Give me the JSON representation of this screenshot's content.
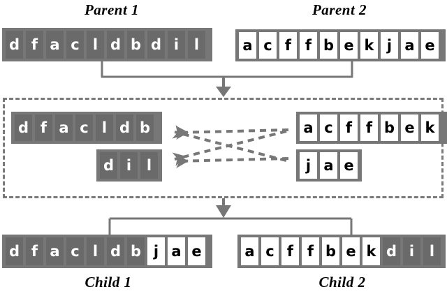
{
  "diagram": {
    "title_parent1": "Parent 1",
    "title_parent2": "Parent 2",
    "title_child1": "Child 1",
    "title_child2": "Child 2",
    "colors": {
      "strip_frame": "#777777",
      "gray_cell_bg": "#6a6a6a",
      "gray_cell_fg": "#ffffff",
      "white_cell_bg": "#ffffff",
      "white_cell_fg": "#000000",
      "connector": "#777777",
      "dashed_border": "#7a7a7a",
      "page_bg": "#ffffff"
    },
    "parent1": {
      "label": "Parent 1",
      "style": "gray",
      "genes": [
        "d",
        "f",
        "a",
        "c",
        "l",
        "d",
        "b",
        "d",
        "i",
        "l"
      ]
    },
    "parent2": {
      "label": "Parent 2",
      "style": "white",
      "genes": [
        "a",
        "c",
        "f",
        "f",
        "b",
        "e",
        "k",
        "j",
        "a",
        "e"
      ]
    },
    "fragments": {
      "p1_head": {
        "style": "gray",
        "genes": [
          "d",
          "f",
          "a",
          "c",
          "l",
          "d",
          "b"
        ]
      },
      "p1_tail": {
        "style": "gray",
        "genes": [
          "d",
          "i",
          "l"
        ]
      },
      "p2_head": {
        "style": "white",
        "genes": [
          "a",
          "c",
          "f",
          "f",
          "b",
          "e",
          "k"
        ]
      },
      "p2_tail": {
        "style": "white",
        "genes": [
          "j",
          "a",
          "e"
        ]
      }
    },
    "child1": {
      "label": "Child 1",
      "segments": [
        {
          "style": "gray",
          "genes": [
            "d",
            "f",
            "a",
            "c",
            "l",
            "d",
            "b"
          ]
        },
        {
          "style": "white",
          "genes": [
            "j",
            "a",
            "e"
          ]
        }
      ]
    },
    "child2": {
      "label": "Child 2",
      "segments": [
        {
          "style": "white",
          "genes": [
            "a",
            "c",
            "f",
            "f",
            "b",
            "e",
            "k"
          ]
        },
        {
          "style": "gray",
          "genes": [
            "d",
            "i",
            "l"
          ]
        }
      ]
    },
    "connectors": {
      "swap_arrows": [
        {
          "from": "p2_head",
          "to": "p1_head",
          "style": "dashed"
        },
        {
          "from": "p2_tail",
          "to": "p1_tail",
          "style": "dashed"
        },
        {
          "from": "p1_head",
          "to": "p2_head",
          "style": "dashed"
        },
        {
          "from": "p1_tail",
          "to": "p2_tail",
          "style": "dashed"
        }
      ],
      "down_arrow_top": "arrow-down-icon",
      "down_arrow_bottom": "arrow-down-icon"
    }
  }
}
